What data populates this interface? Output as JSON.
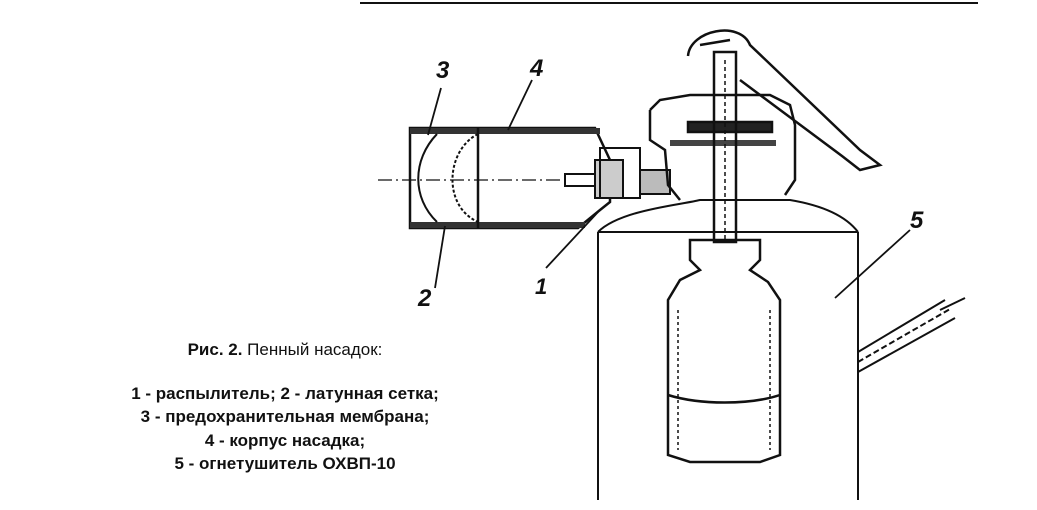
{
  "figure": {
    "callouts": [
      "3",
      "4",
      "1",
      "2",
      "5"
    ]
  },
  "caption": {
    "title_prefix": "Рис. 2.",
    "title_text": " Пенный насадок:",
    "items": [
      "1 - распылитель; 2 - латунная сетка;",
      "3 - предохранительная мембрана;",
      "4 - корпус насадка;",
      "5 - огнетушитель ОХВП-10"
    ]
  }
}
